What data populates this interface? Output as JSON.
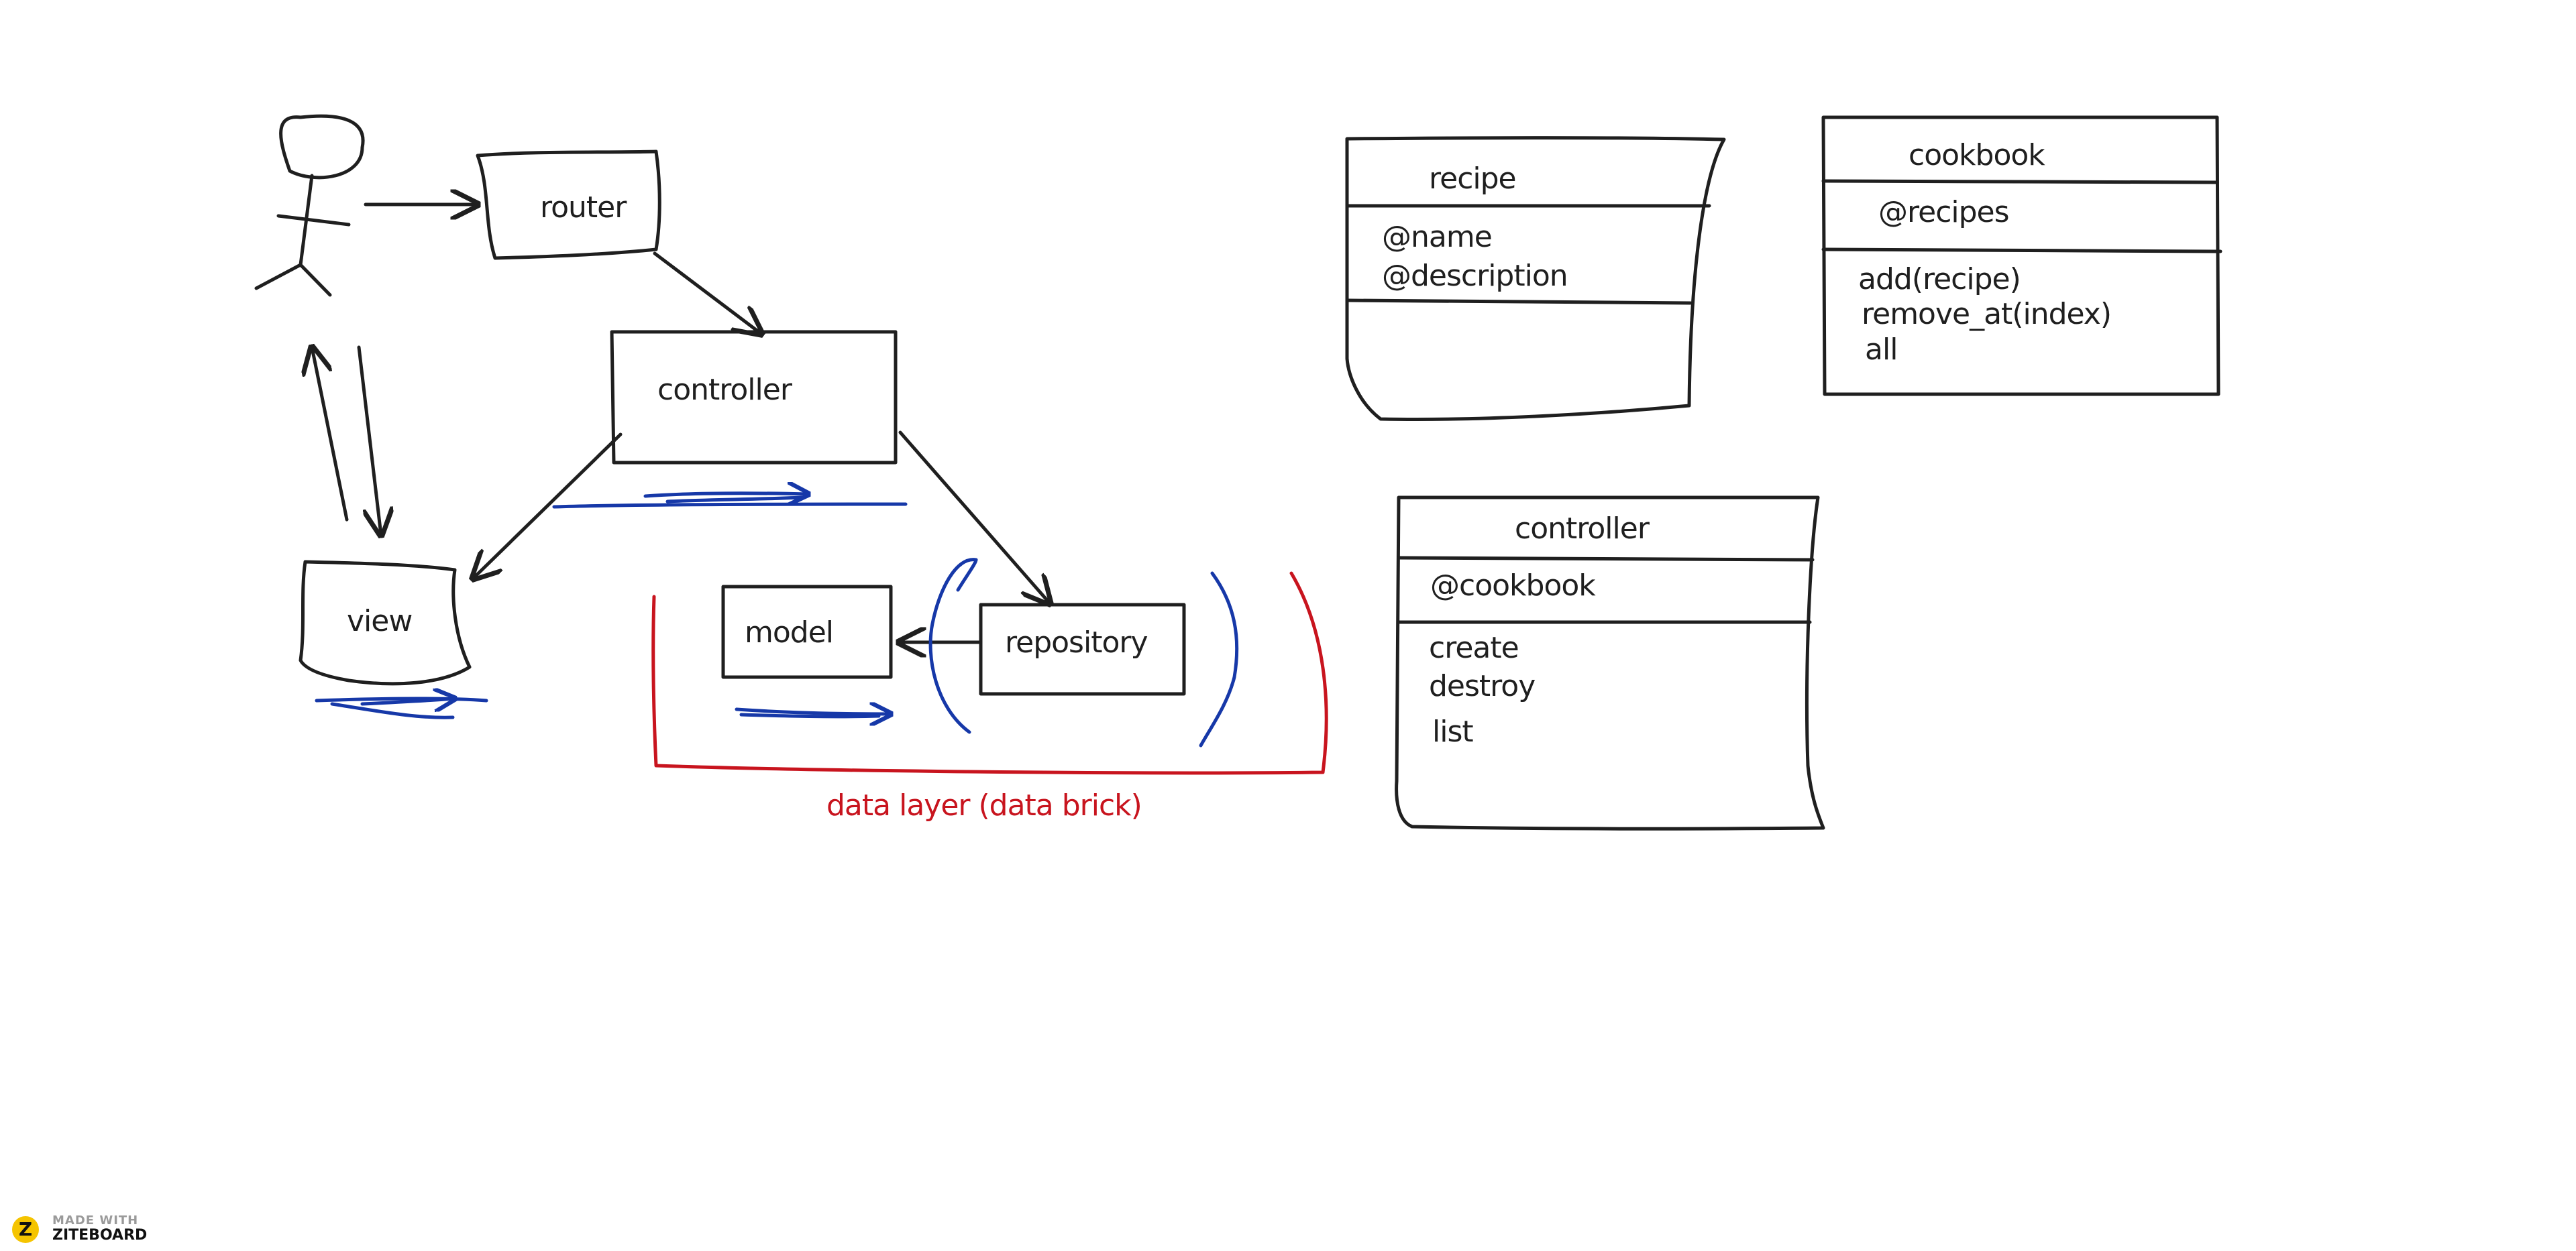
{
  "diagram": {
    "nodes": {
      "router": "router",
      "controller": "controller",
      "view": "view",
      "model": "model",
      "repository": "repository"
    },
    "data_layer_label": "data layer (data brick)",
    "classes": {
      "recipe": {
        "title": "recipe",
        "attributes": [
          "@name",
          "@description"
        ]
      },
      "cookbook": {
        "title": "cookbook",
        "attributes": [
          "@recipes"
        ],
        "methods": [
          "add(recipe)",
          "remove_at(index)",
          "all"
        ]
      },
      "controller": {
        "title": "controller",
        "attributes": [
          "@cookbook"
        ],
        "methods": [
          "create",
          "destroy",
          "list"
        ]
      }
    },
    "colors": {
      "ink": "#1f1f1f",
      "blue": "#1638a8",
      "red": "#c8141e"
    }
  },
  "branding": {
    "logo_letter": "Z",
    "made_with": "MADE WITH",
    "name": "ZITEBOARD"
  }
}
